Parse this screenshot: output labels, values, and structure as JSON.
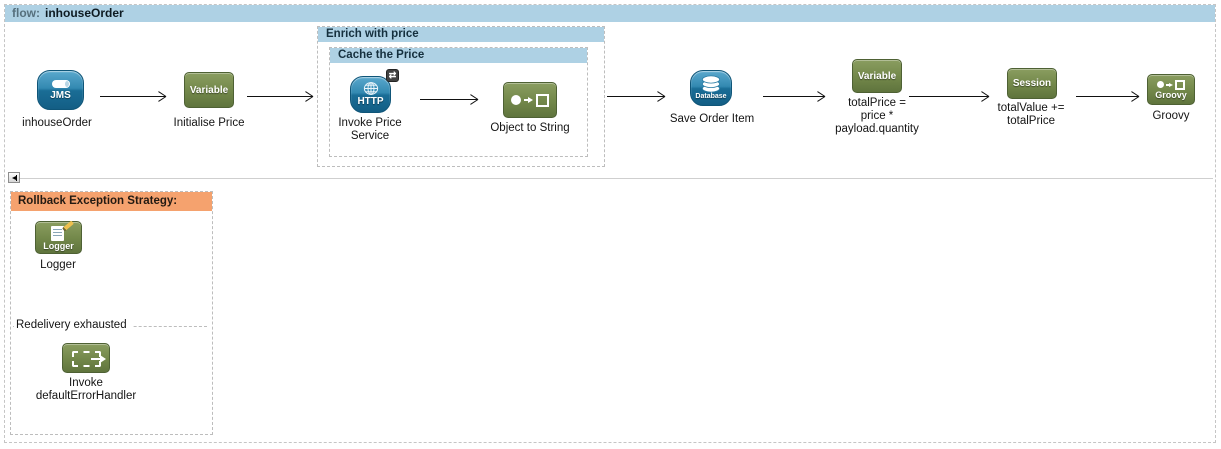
{
  "colors": {
    "header_blue": "#aed1e4",
    "rollback_orange": "#f5a26e",
    "icon_blue_border": "#0f5578",
    "icon_green_border": "#4e6134"
  },
  "flow_header": {
    "prefix": "flow:",
    "name": "inhouseOrder"
  },
  "scopes": {
    "enrich": {
      "title": "Enrich with price"
    },
    "cache": {
      "title": "Cache the Price"
    }
  },
  "nodes": {
    "jms": {
      "icon_text": "JMS",
      "label": "inhouseOrder"
    },
    "initialise_price": {
      "icon_text": "Variable",
      "label": "Initialise Price"
    },
    "invoke_price_service": {
      "icon_text": "HTTP",
      "label": [
        "Invoke Price",
        "Service"
      ],
      "badge_glyph": "⇄"
    },
    "object_to_string": {
      "label": "Object to String"
    },
    "save_order_item": {
      "icon_text": "Database",
      "label": "Save Order Item"
    },
    "total_price": {
      "icon_text": "Variable",
      "label": [
        "totalPrice =",
        "price *",
        "payload.quantity"
      ]
    },
    "total_value": {
      "icon_text": "Session",
      "label": [
        "totalValue +=",
        "totalPrice"
      ]
    },
    "groovy": {
      "icon_text": "Groovy",
      "label": "Groovy"
    }
  },
  "exception_strategy": {
    "title": "Rollback Exception Strategy:",
    "logger": {
      "icon_text": "Logger",
      "label": "Logger"
    },
    "redelivery_title": "Redelivery exhausted",
    "invoke_default_error_handler": {
      "label": [
        "Invoke",
        "defaultErrorHandler"
      ]
    }
  }
}
